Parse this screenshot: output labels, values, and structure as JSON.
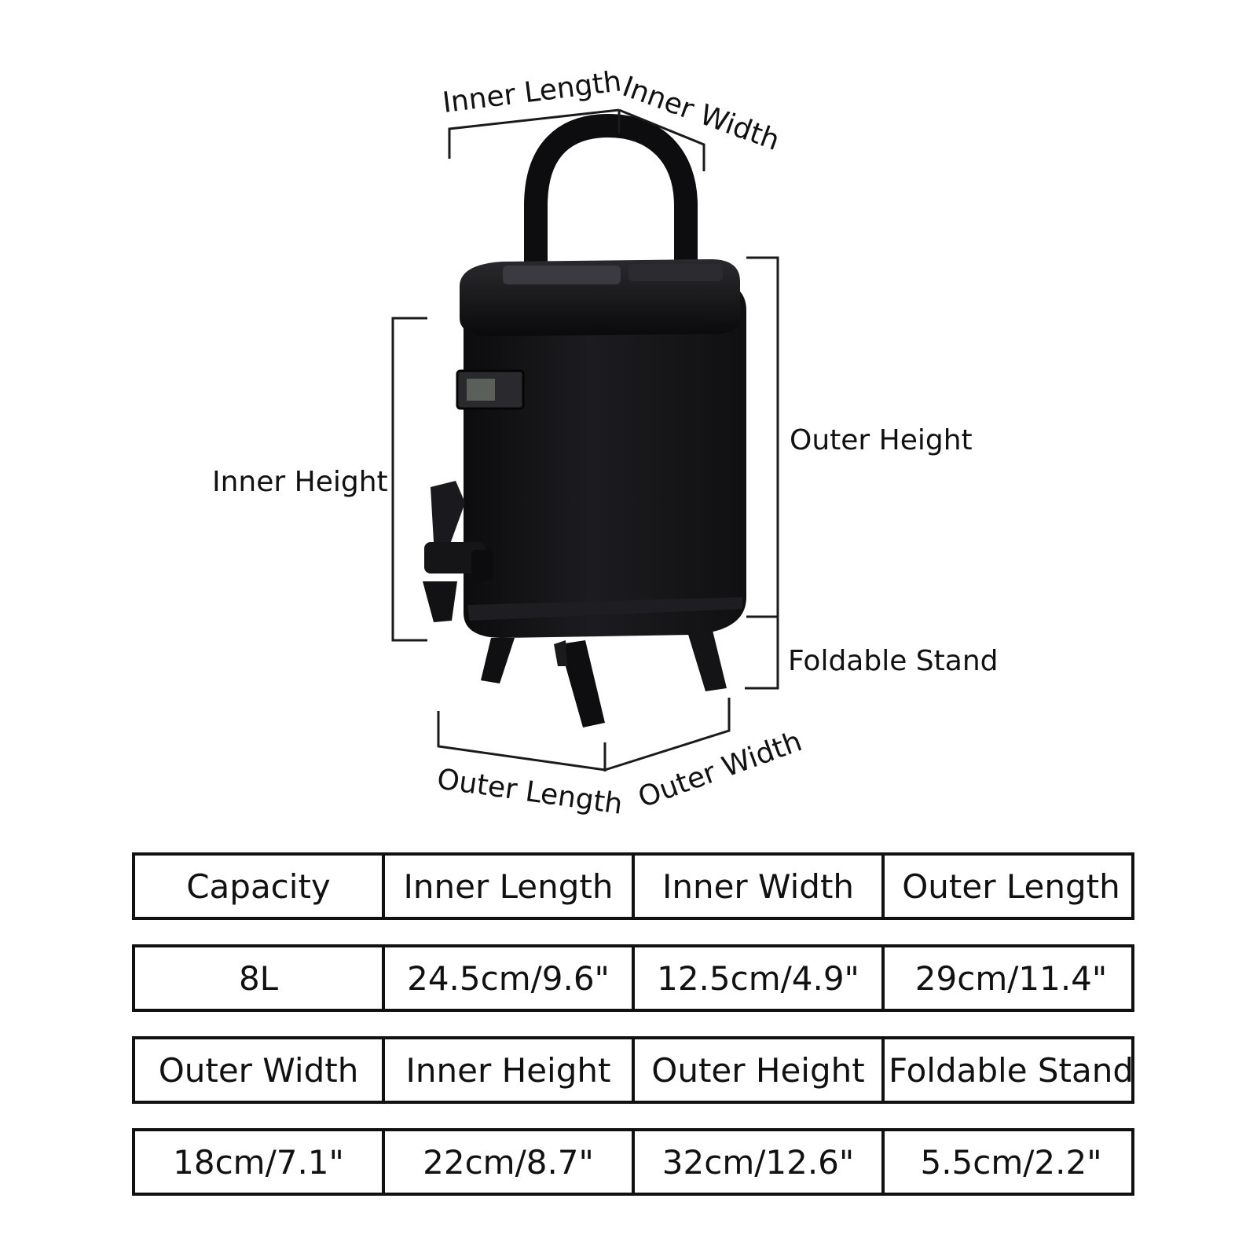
{
  "diagram": {
    "labels": {
      "inner_length": "Inner Length",
      "inner_width": "Inner Width",
      "inner_height": "Inner Height",
      "outer_height": "Outer Height",
      "foldable_stand": "Foldable Stand",
      "outer_length": "Outer Length",
      "outer_width": "Outer Width"
    },
    "product_color": "#141416"
  },
  "specs_table": {
    "rows": [
      [
        "Capacity",
        "Inner Length",
        "Inner Width",
        "Outer Length"
      ],
      [
        "8L",
        "24.5cm/9.6\"",
        "12.5cm/4.9\"",
        "29cm/11.4\""
      ],
      [
        "Outer Width",
        "Inner Height",
        "Outer Height",
        "Foldable Stand"
      ],
      [
        "18cm/7.1\"",
        "22cm/8.7\"",
        "32cm/12.6\"",
        "5.5cm/2.2\""
      ]
    ]
  }
}
